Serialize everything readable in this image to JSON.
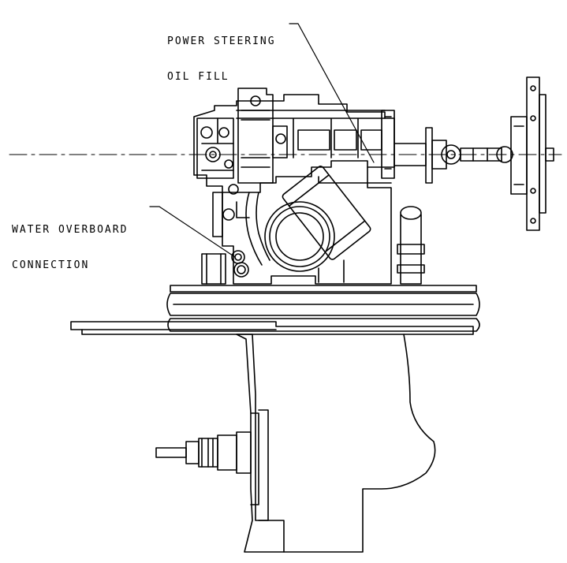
{
  "callouts": {
    "power_steering": {
      "line1": "POWER STEERING",
      "line2": "OIL FILL"
    },
    "water_overboard": {
      "line1": "WATER OVERBOARD",
      "line2": "CONNECTION"
    }
  },
  "colors": {
    "line": "#000000",
    "background": "#ffffff"
  }
}
